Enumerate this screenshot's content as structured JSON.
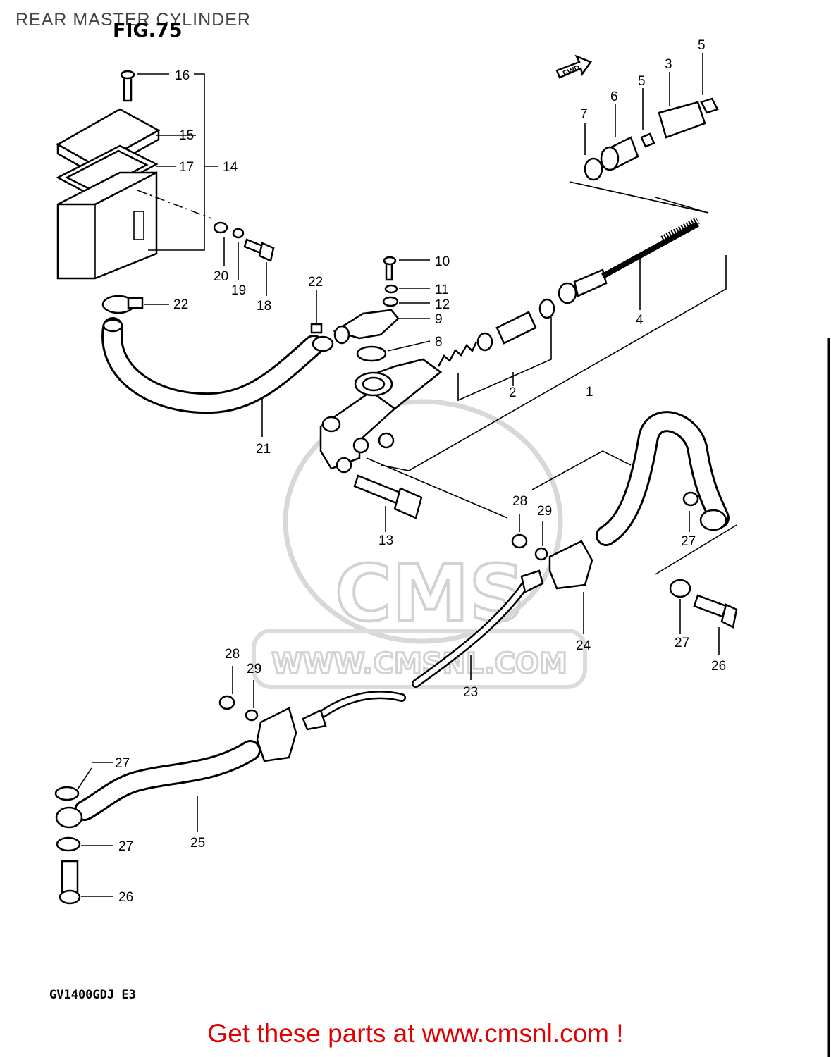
{
  "header": {
    "title": "REAR MASTER CYLINDER",
    "figure": "FIG.75"
  },
  "arrow": {
    "label": "FWD"
  },
  "watermark": {
    "logo_text": "CMS",
    "url_text": "WWW.CMSNL.COM"
  },
  "footer": {
    "model_code": "GV1400GDJ  E3",
    "cta": "Get these parts at www.cmsnl.com !"
  },
  "callouts": [
    "1",
    "2",
    "3",
    "4",
    "5",
    "5",
    "6",
    "7",
    "8",
    "9",
    "10",
    "11",
    "12",
    "13",
    "14",
    "15",
    "16",
    "17",
    "18",
    "19",
    "20",
    "21",
    "22",
    "22",
    "23",
    "24",
    "25",
    "26",
    "26",
    "27",
    "27",
    "27",
    "27",
    "28",
    "28",
    "29",
    "29"
  ]
}
